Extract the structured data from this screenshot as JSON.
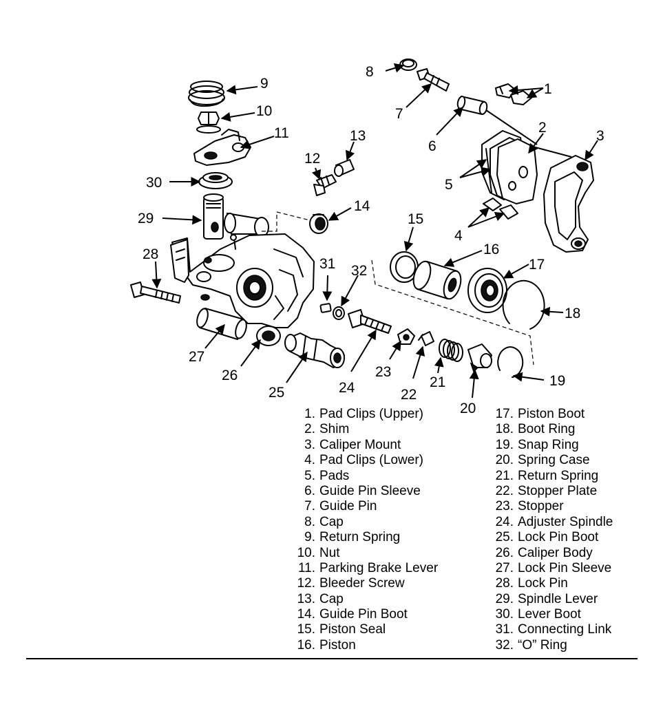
{
  "callouts": [
    "1",
    "2",
    "3",
    "4",
    "5",
    "6",
    "7",
    "8",
    "9",
    "10",
    "11",
    "12",
    "13",
    "14",
    "15",
    "16",
    "17",
    "18",
    "19",
    "20",
    "21",
    "22",
    "23",
    "24",
    "25",
    "26",
    "27",
    "28",
    "29",
    "30",
    "31",
    "32"
  ],
  "legend": {
    "left": [
      {
        "num": "1.",
        "label": "Pad Clips (Upper)"
      },
      {
        "num": "2.",
        "label": "Shim"
      },
      {
        "num": "3.",
        "label": "Caliper Mount"
      },
      {
        "num": "4.",
        "label": "Pad Clips (Lower)"
      },
      {
        "num": "5.",
        "label": "Pads"
      },
      {
        "num": "6.",
        "label": "Guide Pin Sleeve"
      },
      {
        "num": "7.",
        "label": "Guide Pin"
      },
      {
        "num": "8.",
        "label": "Cap"
      },
      {
        "num": "9.",
        "label": "Return Spring"
      },
      {
        "num": "10.",
        "label": "Nut"
      },
      {
        "num": "11.",
        "label": "Parking Brake Lever"
      },
      {
        "num": "12.",
        "label": "Bleeder Screw"
      },
      {
        "num": "13.",
        "label": "Cap"
      },
      {
        "num": "14.",
        "label": "Guide Pin Boot"
      },
      {
        "num": "15.",
        "label": "Piston Seal"
      },
      {
        "num": "16.",
        "label": "Piston"
      }
    ],
    "right": [
      {
        "num": "17.",
        "label": "Piston Boot"
      },
      {
        "num": "18.",
        "label": "Boot Ring"
      },
      {
        "num": "19.",
        "label": "Snap Ring"
      },
      {
        "num": "20.",
        "label": "Spring Case"
      },
      {
        "num": "21.",
        "label": "Return Spring"
      },
      {
        "num": "22.",
        "label": "Stopper Plate"
      },
      {
        "num": "23.",
        "label": "Stopper"
      },
      {
        "num": "24.",
        "label": "Adjuster Spindle"
      },
      {
        "num": "25.",
        "label": "Lock Pin Boot"
      },
      {
        "num": "26.",
        "label": "Caliper Body"
      },
      {
        "num": "27.",
        "label": "Lock Pin Sleeve"
      },
      {
        "num": "28.",
        "label": "Lock Pin"
      },
      {
        "num": "29.",
        "label": "Spindle Lever"
      },
      {
        "num": "30.",
        "label": "Lever Boot"
      },
      {
        "num": "31.",
        "label": "Connecting Link"
      },
      {
        "num": "32.",
        "label": "“O” Ring"
      }
    ]
  }
}
